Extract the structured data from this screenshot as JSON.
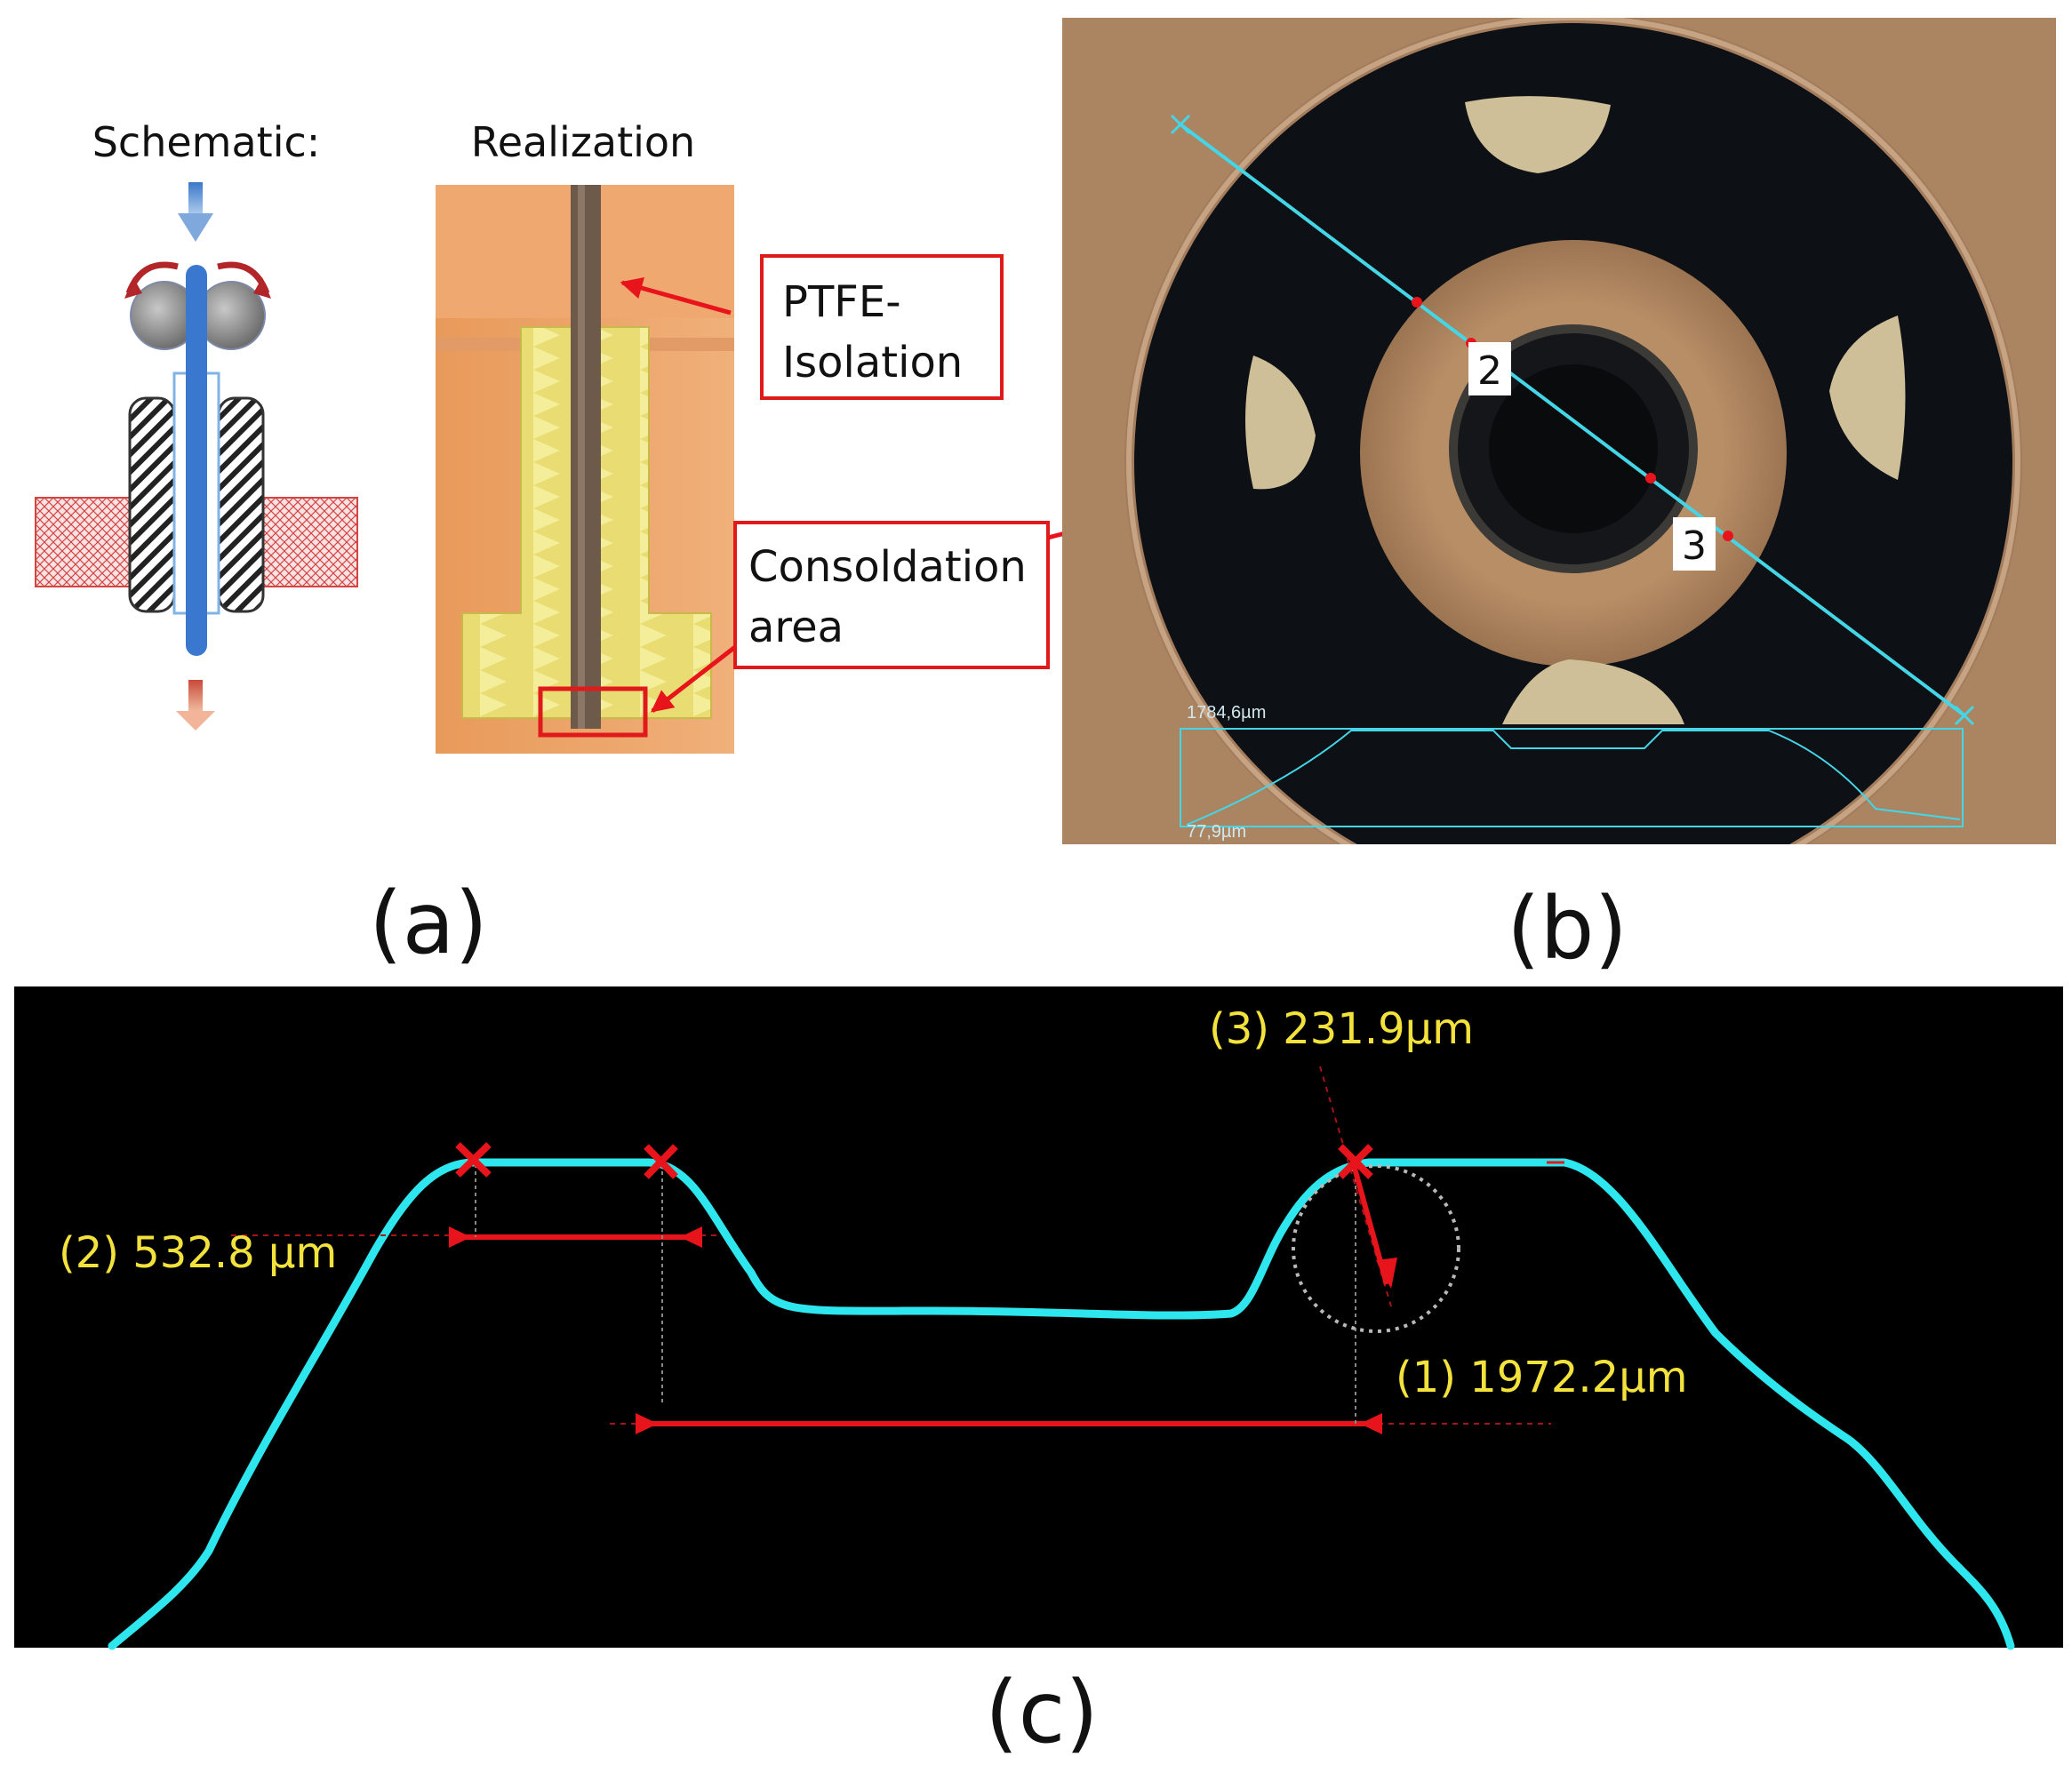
{
  "panel_a": {
    "schematic_title": "Schematic:",
    "realization_title": "Realization",
    "callout_ptfe": [
      "PTFE-",
      "Isolation"
    ],
    "callout_consolidation": [
      "Consoldation",
      "area"
    ],
    "caption": "(a)"
  },
  "panel_b": {
    "marker_2": "2",
    "marker_3": "3",
    "profile_top_readout": "1784,6µm",
    "profile_bottom_readout": "77,9µm",
    "caption": "(b)"
  },
  "panel_c": {
    "measure_1": "(1) 1972.2µm",
    "measure_2": "(2) 532.8 µm",
    "measure_3": "(3) 231.9µm",
    "caption": "(c)"
  },
  "colors": {
    "profile_line": "#2ee6ee",
    "measure_red": "#e8141c",
    "measure_text": "#f4e23c",
    "callout_border": "#e01a1a",
    "arrow_blue": "#3b78c8"
  }
}
